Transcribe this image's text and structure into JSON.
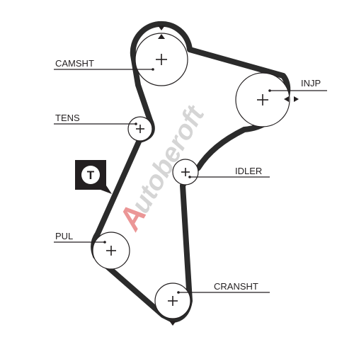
{
  "labels": {
    "camshaft": "CAMSHT",
    "tensioner": "TENS",
    "injection_pump": "INJP",
    "idler": "IDLER",
    "pulley": "PUL",
    "crankshaft": "CRANSHT"
  },
  "badge": {
    "letter": "T"
  },
  "watermark": {
    "prefix": "A",
    "text": "utoberoft"
  },
  "colors": {
    "ink": "#231f20",
    "belt": "#2b2b2b",
    "watermark_red": "#e57373",
    "watermark_gray": "#c8c8c8",
    "badge_bg": "#231f20",
    "badge_fg": "#ffffff"
  },
  "icons": {
    "badge": "tensioner-badge-icon",
    "timing_mark": "triangle-marker-icon"
  }
}
